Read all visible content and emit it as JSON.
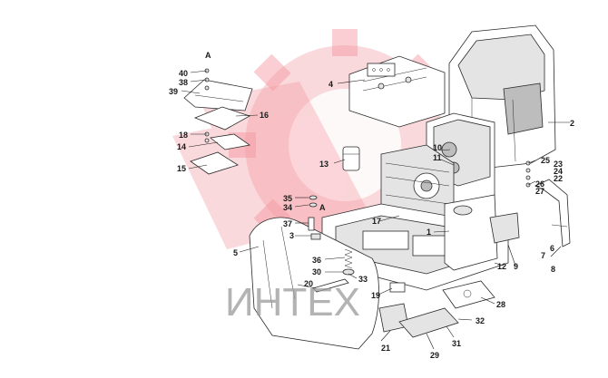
{
  "diagram": {
    "watermark_text": "ИНТЕХ",
    "accent_color": "#e8394a",
    "detail_label": "A",
    "callouts": [
      "1",
      "2",
      "3",
      "4",
      "5",
      "6",
      "7",
      "8",
      "9",
      "10",
      "11",
      "12",
      "13",
      "14",
      "15",
      "16",
      "17",
      "18",
      "19",
      "20",
      "21",
      "22",
      "23",
      "24",
      "25",
      "26",
      "27",
      "28",
      "29",
      "30",
      "31",
      "32",
      "33",
      "34",
      "35",
      "36",
      "37",
      "38",
      "39",
      "40",
      "A"
    ]
  }
}
